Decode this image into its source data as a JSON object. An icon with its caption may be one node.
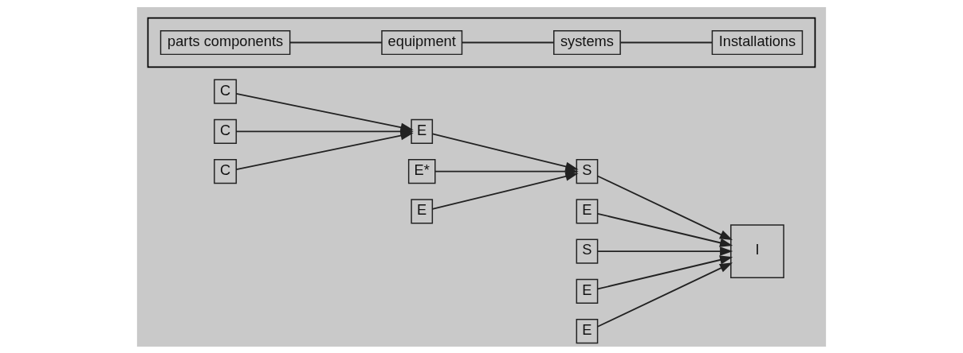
{
  "diagram": {
    "nodes": [
      {
        "text": [],
        "shape": "box"
      },
      {
        "text": [
          "parts components"
        ],
        "in": 0
      },
      {
        "text": [
          "equipment"
        ],
        "in": 0
      },
      {
        "text": [
          "systems"
        ],
        "in": 0
      },
      {
        "text": [
          "Installations"
        ],
        "in": 0
      },
      {
        "text": [
          "C"
        ]
      },
      {
        "text": [
          "C"
        ]
      },
      {
        "text": [
          "C"
        ]
      },
      {
        "text": [
          "E*"
        ]
      },
      {
        "text": [
          "E"
        ]
      },
      {
        "text": [
          "E"
        ]
      },
      {
        "text": [
          "E"
        ]
      },
      {
        "text": [
          "S"
        ]
      },
      {
        "text": [
          "S"
        ]
      },
      {
        "text": [
          "E"
        ]
      },
      {
        "text": [
          "E"
        ]
      },
      {
        "text": [
          "I"
        ]
      }
    ],
    "edges": [
      {
        "from": 1,
        "to": 2,
        "arrow": "none"
      },
      {
        "from": 2,
        "to": 3,
        "arrow": "none"
      },
      {
        "from": 3,
        "to": 4,
        "arrow": "none"
      },
      {
        "from": 5,
        "to": 9,
        "arrow": "to"
      },
      {
        "from": 6,
        "to": 9,
        "arrow": "to"
      },
      {
        "from": 7,
        "to": 9,
        "arrow": "to"
      },
      {
        "from": 8,
        "to": 13,
        "arrow": "to"
      },
      {
        "from": 9,
        "to": 13,
        "arrow": "to"
      },
      {
        "from": 10,
        "to": 13,
        "arrow": "to"
      },
      {
        "from": 11,
        "to": 16,
        "arrow": "to"
      },
      {
        "from": 12,
        "to": 16,
        "arrow": "to"
      },
      {
        "from": 13,
        "to": 16,
        "arrow": "to"
      },
      {
        "from": 14,
        "to": 16,
        "arrow": "to"
      },
      {
        "from": 15,
        "to": 16,
        "arrow": "to"
      }
    ]
  }
}
